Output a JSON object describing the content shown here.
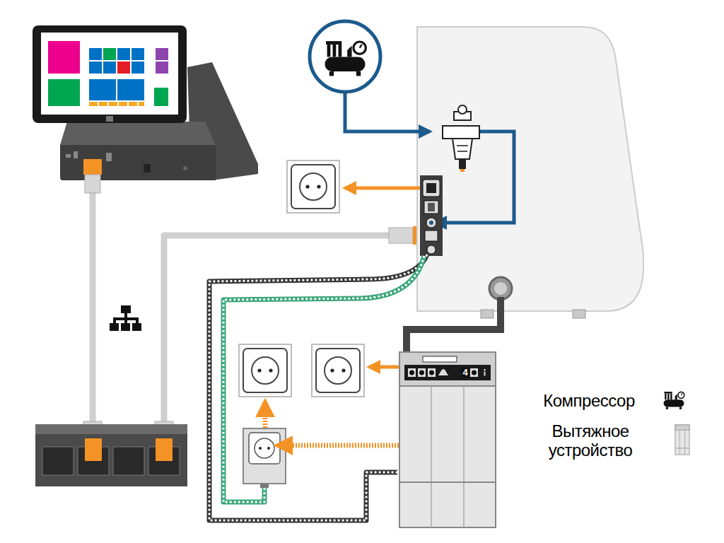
{
  "diagram": {
    "labels": [
      "4"
    ],
    "legend": [
      {
        "text": "Компрессор"
      },
      {
        "text": "Вытяжное устройство"
      }
    ]
  }
}
